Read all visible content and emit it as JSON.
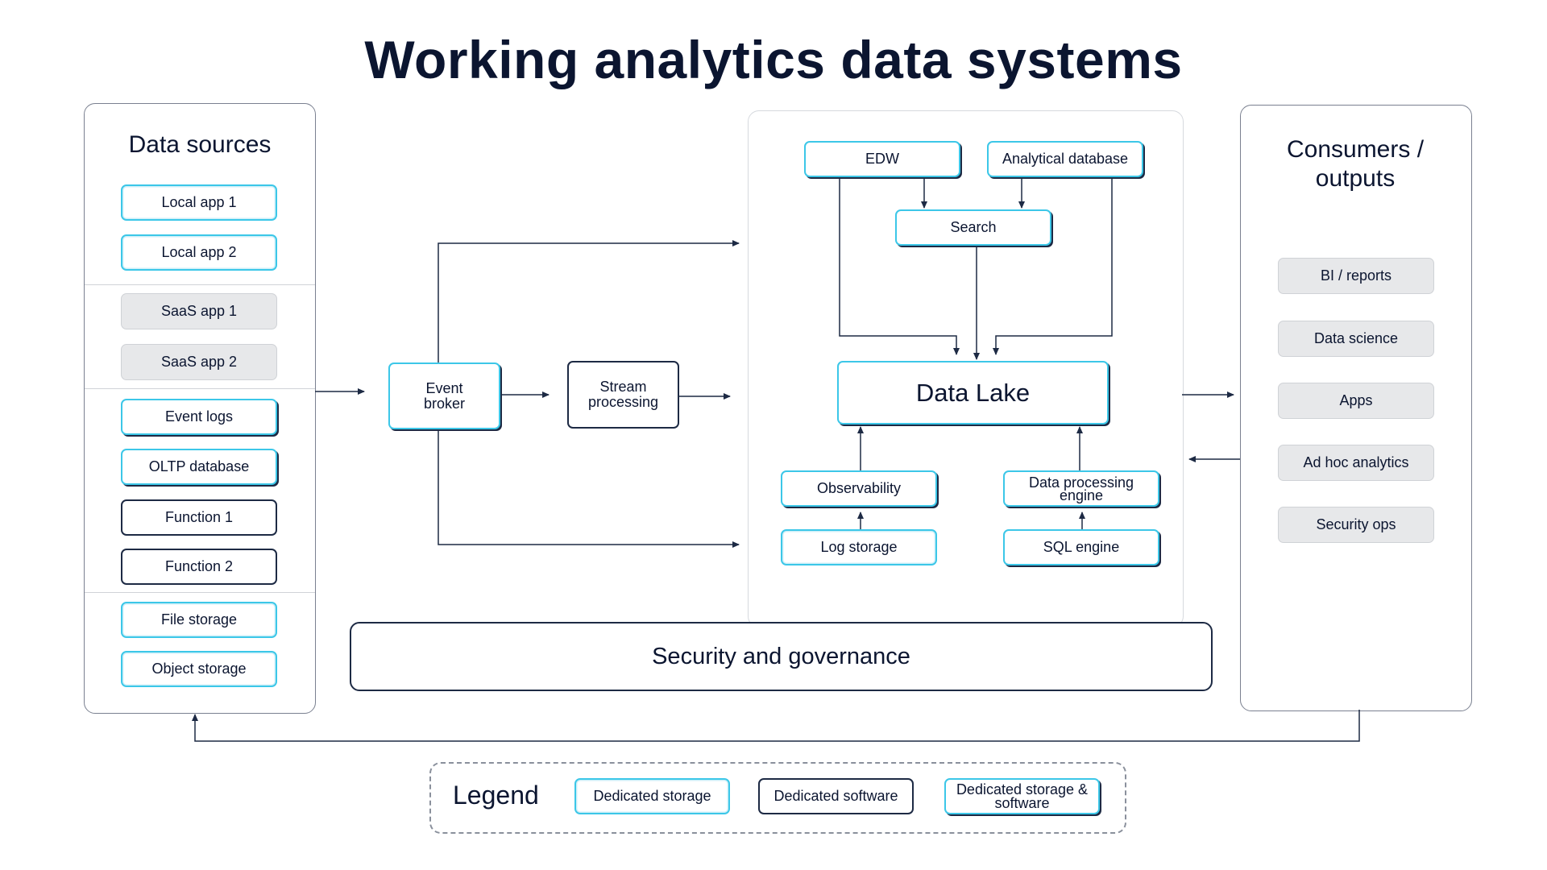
{
  "title": "Working analytics data systems",
  "data_sources": {
    "title": "Data sources",
    "items": [
      "Local app 1",
      "Local app 2",
      "SaaS app 1",
      "SaaS app 2",
      "Event logs",
      "OLTP database",
      "Function 1",
      "Function 2",
      "File storage",
      "Object storage"
    ]
  },
  "pipeline": {
    "event_broker": "Event\nbroker",
    "stream_processing": "Stream\nprocessing"
  },
  "core": {
    "edw": "EDW",
    "analytical_database": "Analytical database",
    "search": "Search",
    "data_lake": "Data Lake",
    "observability": "Observability",
    "data_processing_engine": "Data processing\nengine",
    "log_storage": "Log storage",
    "sql_engine": "SQL engine"
  },
  "governance": "Security and governance",
  "consumers": {
    "title": "Consumers /\noutputs",
    "items": [
      "BI / reports",
      "Data science",
      "Apps",
      "Ad hoc analytics",
      "Security ops"
    ]
  },
  "legend": {
    "title": "Legend",
    "items": [
      "Dedicated storage",
      "Dedicated software",
      "Dedicated storage &\nsoftware"
    ]
  }
}
